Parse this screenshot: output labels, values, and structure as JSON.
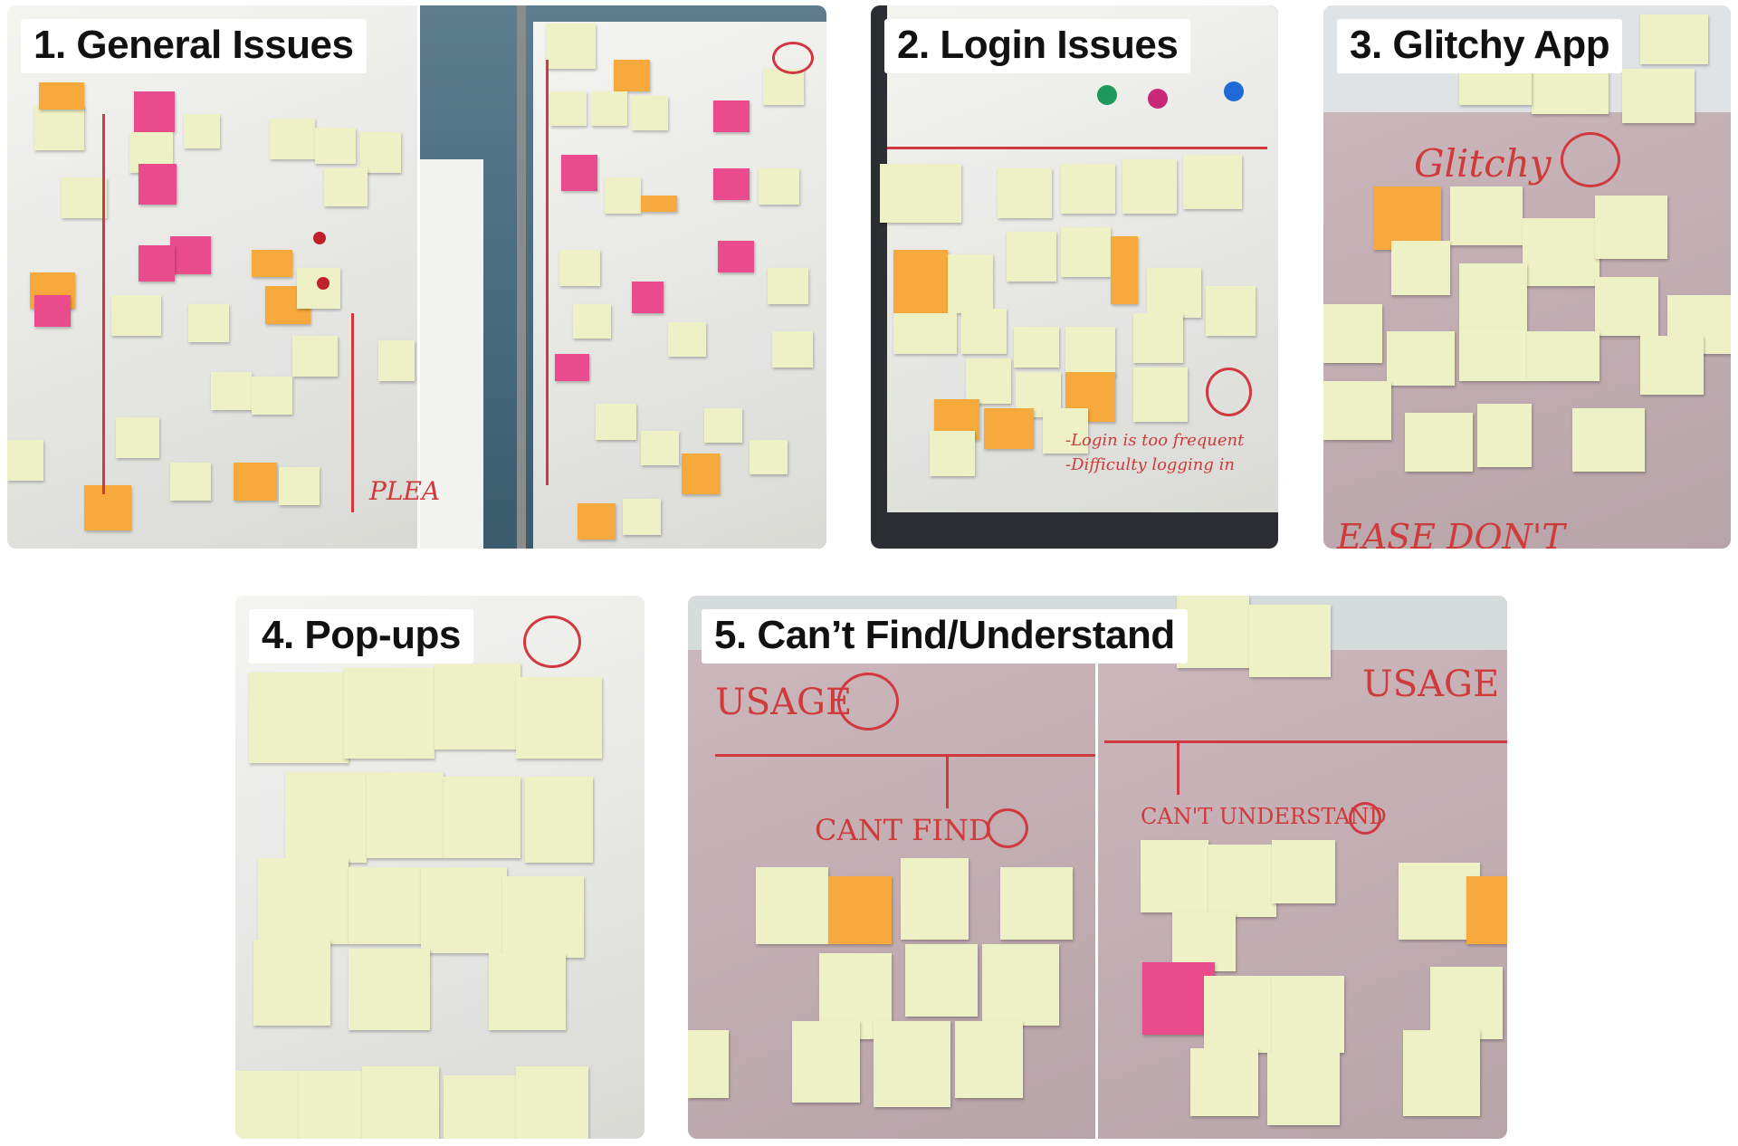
{
  "panels": [
    {
      "id": "general",
      "label": "1. General Issues"
    },
    {
      "id": "login",
      "label": "2. Login Issues"
    },
    {
      "id": "glitchy",
      "label": "3. Glitchy App"
    },
    {
      "id": "popups",
      "label": "4. Pop-ups"
    },
    {
      "id": "cantfind",
      "label": "5. Can’t Find/Understand"
    }
  ],
  "colors": {
    "sticky_yellow": "#eef0c6",
    "sticky_orange": "#f7a93c",
    "sticky_pink": "#e94b8c",
    "marker_red": "#d1383f"
  }
}
